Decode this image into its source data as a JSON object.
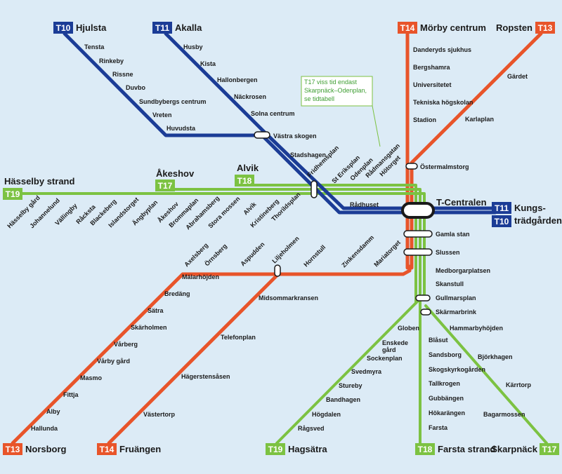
{
  "colors": {
    "background": "#dcebf6",
    "blue": "#1b3c96",
    "green": "#7cc242",
    "red": "#e8542a"
  },
  "note": {
    "lines": [
      "T17 viss tid endast",
      "Skarpnäck–Odenplan,",
      "se tidtabell"
    ]
  },
  "terminals": {
    "hjulsta": {
      "line": "T10",
      "name": "Hjulsta"
    },
    "akalla": {
      "line": "T11",
      "name": "Akalla"
    },
    "morby": {
      "line": "T14",
      "name": "Mörby centrum"
    },
    "ropsten": {
      "line": "T13",
      "name": "Ropsten"
    },
    "hasselby": {
      "line": "T19",
      "name": "Hässelby strand"
    },
    "akeshov": {
      "line": "T17",
      "name": "Åkeshov"
    },
    "alvik": {
      "line": "T18",
      "name": "Alvik"
    },
    "kungs_t11": {
      "line": "T11",
      "name": "Kungs-"
    },
    "kungs_t10": {
      "line": "T10",
      "name": "trädgården"
    },
    "tcentralen": {
      "name": "T-Centralen"
    },
    "norsborg": {
      "line": "T13",
      "name": "Norsborg"
    },
    "fruangen": {
      "line": "T14",
      "name": "Fruängen"
    },
    "hagsatra": {
      "line": "T19",
      "name": "Hagsätra"
    },
    "farsta_strand": {
      "line": "T18",
      "name": "Farsta strand"
    },
    "skarpnack": {
      "line": "T17",
      "name": "Skarpnäck"
    }
  },
  "stations": {
    "t10_branch": [
      "Tensta",
      "Rinkeby",
      "Rissne",
      "Duvbo",
      "Sundbybergs centrum",
      "Vreten",
      "Huvudsta"
    ],
    "t11_branch": [
      "Husby",
      "Kista",
      "Hallonbergen",
      "Näckrosen",
      "Solna centrum"
    ],
    "blue_trunk": [
      "Västra skogen",
      "Stadshagen",
      "Fridhemsplan",
      "Rådhuset"
    ],
    "t14_north": [
      "Danderyds sjukhus",
      "Bergshamra",
      "Universitetet",
      "Tekniska högskolan",
      "Stadion"
    ],
    "t13_north": [
      "Gärdet",
      "Karlaplan"
    ],
    "shared_north": [
      "Östermalmstorg"
    ],
    "green_west": [
      "Hässelby gård",
      "Johannelund",
      "Vällingby",
      "Råcksta",
      "Blackeberg",
      "Islandstorget",
      "Ängbyplan",
      "Åkeshov",
      "Brommaplan",
      "Abrahamsberg",
      "Stora mossen",
      "Alvik",
      "Kristineberg",
      "Thorildsplan"
    ],
    "green_inner": [
      "St Eriksplan",
      "Odenplan",
      "Rådmansgatan",
      "Hötorget"
    ],
    "trunk_south": [
      "Gamla stan",
      "Slussen"
    ],
    "red_south": [
      "Mariatorget",
      "Zinkensdamm",
      "Hornstull",
      "Liljeholmen",
      "Aspudden",
      "Örnsberg",
      "Axelsberg",
      "Mälarhöjden",
      "Bredäng",
      "Sätra",
      "Skärholmen",
      "Vårberg",
      "Vårby gård",
      "Masmo",
      "Fittja",
      "Alby",
      "Hallunda"
    ],
    "t14_south": [
      "Midsommarkransen",
      "Telefonplan",
      "Hägerstensåsen",
      "Västertorp"
    ],
    "green_south": [
      "Medborgarplatsen",
      "Skanstull",
      "Gullmarsplan",
      "Skärmarbrink"
    ],
    "t19_south": [
      "Globen",
      "Enskede",
      "gård",
      "Sockenplan",
      "Svedmyra",
      "Stureby",
      "Bandhagen",
      "Högdalen",
      "Rågsved"
    ],
    "t18_south": [
      "Blåsut",
      "Sandsborg",
      "Skogskyrkogården",
      "Tallkrogen",
      "Gubbängen",
      "Hökarängen",
      "Farsta"
    ],
    "t17_south": [
      "Hammarbyhöjden",
      "Björkhagen",
      "Kärrtorp",
      "Bagarmossen"
    ]
  }
}
